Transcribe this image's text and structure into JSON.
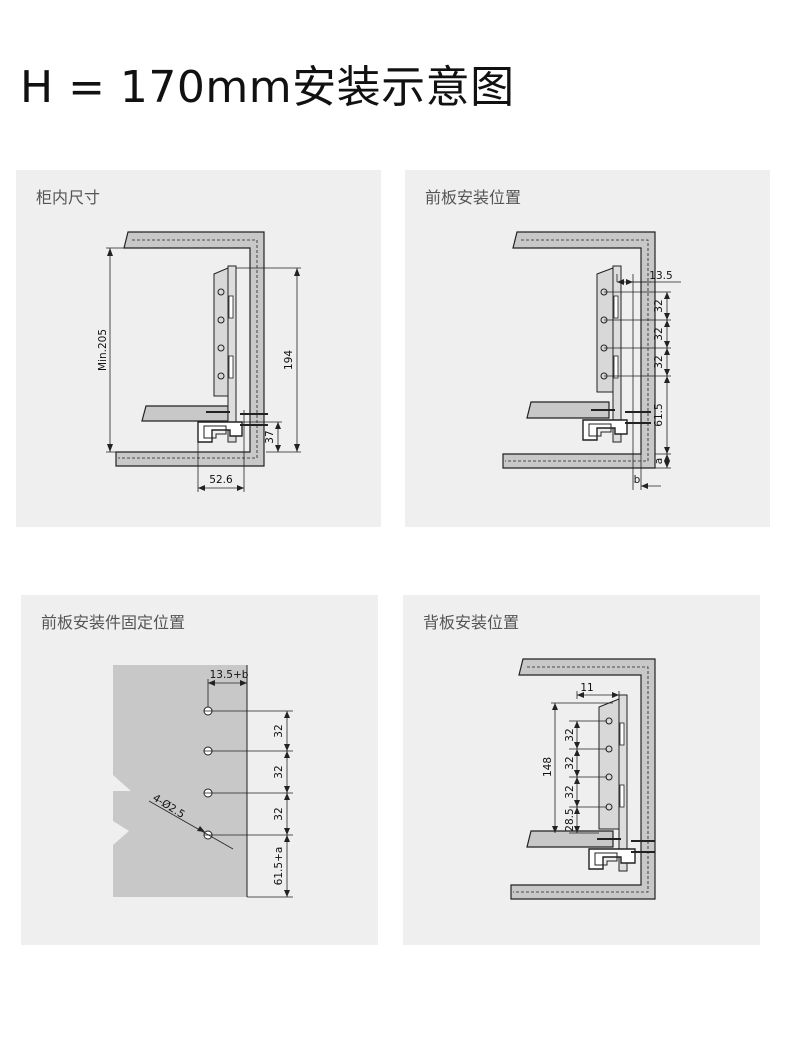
{
  "title": "H = 170mm安装示意图",
  "panels": {
    "cabinet": {
      "label": "柜内尺寸",
      "dims": {
        "min_height": "Min.205",
        "height": "194",
        "bottom": "37",
        "depth": "52.6"
      }
    },
    "front": {
      "label": "前板安装位置",
      "dims": {
        "offset": "13.5",
        "p1": "32",
        "p2": "32",
        "p3": "32",
        "base": "61.5",
        "a": "a",
        "b": "b"
      }
    },
    "fixing": {
      "label": "前板安装件固定位置",
      "dims": {
        "offset": "13.5+b",
        "hole": "4-Ø2.5",
        "p1": "32",
        "p2": "32",
        "p3": "32",
        "base": "61.5+a"
      }
    },
    "back": {
      "label": "背板安装位置",
      "dims": {
        "offset": "11",
        "height": "148",
        "p1": "32",
        "p2": "32",
        "p3": "32",
        "base": "28.5"
      }
    }
  },
  "colors": {
    "panel_bg": "#efefef",
    "wall_fill": "#c8c8c8",
    "plate_fill": "#cfcfcf",
    "line": "#222222"
  }
}
